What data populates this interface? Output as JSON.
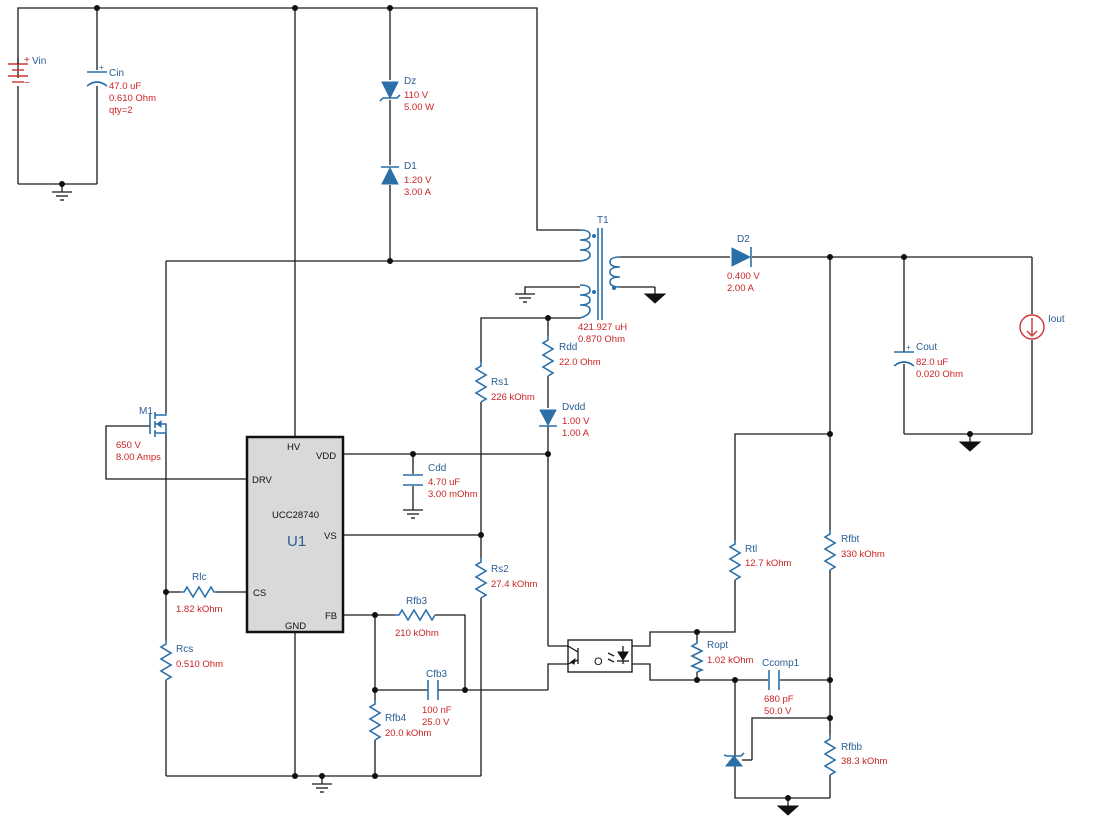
{
  "components": {
    "vin": {
      "ref": "Vin"
    },
    "cin": {
      "ref": "Cin",
      "v1": "47.0 uF",
      "v2": "0.610 Ohm",
      "v3": "qty=2"
    },
    "dz": {
      "ref": "Dz",
      "v1": "110 V",
      "v2": "5.00 W"
    },
    "d1": {
      "ref": "D1",
      "v1": "1.20 V",
      "v2": "3.00 A"
    },
    "t1": {
      "ref": "T1",
      "v1": "421.927 uH",
      "v2": "0.870 Ohm"
    },
    "d2": {
      "ref": "D2",
      "v1": "0.400 V",
      "v2": "2.00 A"
    },
    "iout": {
      "ref": "Iout"
    },
    "cout": {
      "ref": "Cout",
      "v1": "82.0 uF",
      "v2": "0.020 Ohm"
    },
    "m1": {
      "ref": "M1",
      "v1": "650 V",
      "v2": "8.00 Amps"
    },
    "rdd": {
      "ref": "Rdd",
      "v1": "22.0 Ohm"
    },
    "rs1": {
      "ref": "Rs1",
      "v1": "226 kOhm"
    },
    "dvdd": {
      "ref": "Dvdd",
      "v1": "1.00 V",
      "v2": "1.00 A"
    },
    "cdd": {
      "ref": "Cdd",
      "v1": "4.70 uF",
      "v2": "3.00 mOhm"
    },
    "u1": {
      "ref": "U1",
      "part": "UCC28740"
    },
    "rs2": {
      "ref": "Rs2",
      "v1": "27.4 kOhm"
    },
    "rlc": {
      "ref": "Rlc",
      "v1": "1.82 kOhm"
    },
    "rcs": {
      "ref": "Rcs",
      "v1": "0.510 Ohm"
    },
    "rfb3": {
      "ref": "Rfb3",
      "v1": "210 kOhm"
    },
    "cfb3": {
      "ref": "Cfb3",
      "v1": "100 nF",
      "v2": "25.0 V"
    },
    "rfb4": {
      "ref": "Rfb4",
      "v1": "20.0 kOhm"
    },
    "rtl": {
      "ref": "Rtl",
      "v1": "12.7 kOhm"
    },
    "ropt": {
      "ref": "Ropt",
      "v1": "1.02 kOhm"
    },
    "ccomp1": {
      "ref": "Ccomp1",
      "v1": "680 pF",
      "v2": "50.0 V"
    },
    "rfbt": {
      "ref": "Rfbt",
      "v1": "330 kOhm"
    },
    "rfbb": {
      "ref": "Rfbb",
      "v1": "38.3 kOhm"
    }
  },
  "u1_pins": {
    "hv": "HV",
    "vdd": "VDD",
    "drv": "DRV",
    "vs": "VS",
    "cs": "CS",
    "fb": "FB",
    "gnd": "GND"
  },
  "colors": {
    "component": "#2a6fa8",
    "value_text": "#cc2222",
    "wire": "#1a1a1a"
  }
}
